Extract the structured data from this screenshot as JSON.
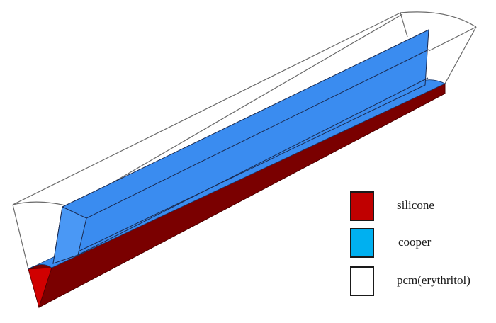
{
  "diagram": {
    "type": "3D model cross-section (trough with fin)",
    "components": [
      {
        "id": "silicone",
        "color": "#c00000",
        "shade_color": "#7a0000",
        "description": "bottom trough base"
      },
      {
        "id": "cooper",
        "color": "#3a8cf0",
        "description": "central fin plate and base liner"
      },
      {
        "id": "pcm",
        "color": "#ffffff",
        "outline_color": "#666666",
        "description": "outer transparent volume"
      }
    ]
  },
  "legend": {
    "items": [
      {
        "label": "silicone",
        "color": "#c00000"
      },
      {
        "label": "cooper",
        "color": "#00b0f0"
      },
      {
        "label": "pcm(erythritol)",
        "color": "#ffffff"
      }
    ]
  }
}
